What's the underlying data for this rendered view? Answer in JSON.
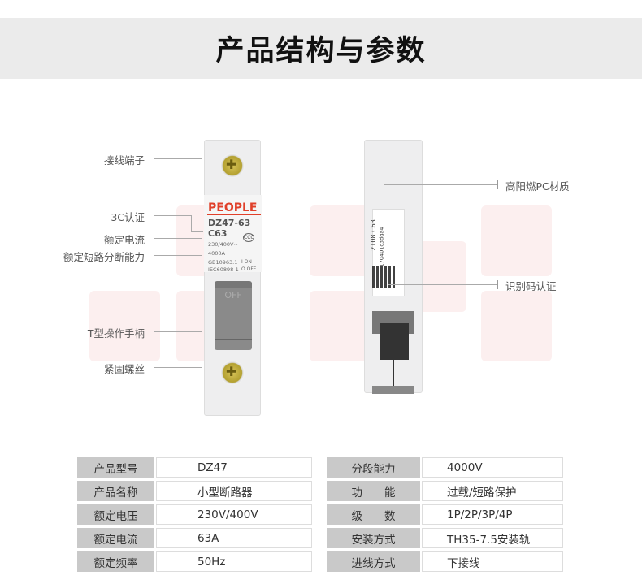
{
  "title": "产品结构与参数",
  "front_labels": [
    "接线端子",
    "3C认证",
    "额定电流",
    "额定短路分断能力",
    "T型操作手柄",
    "紧固螺丝"
  ],
  "back_labels": [
    "高阳燃PC材质",
    "识别码认证"
  ],
  "breaker_front": {
    "brand": "PEOPLE",
    "model": "DZ47-63",
    "rating": "C63",
    "voltage": "230/400V~",
    "capacity": "4000A",
    "std1": "GB10963.1",
    "std2": "IEC60898-1",
    "on": "I ON",
    "off": "O OFF",
    "handle": "OFF"
  },
  "breaker_back": {
    "code1": "2108 C63",
    "code2": "170401c3dqa4"
  },
  "specs_left": [
    {
      "k": "产品型号",
      "v": "DZ47"
    },
    {
      "k": "产品名称",
      "v": "小型断路器"
    },
    {
      "k": "额定电压",
      "v": "230V/400V"
    },
    {
      "k": "额定电流",
      "v": "63A"
    },
    {
      "k": "额定频率",
      "v": "50Hz"
    }
  ],
  "specs_right": [
    {
      "k": "分段能力",
      "v": "4000V"
    },
    {
      "k": "功　　能",
      "v": "过载/短路保护"
    },
    {
      "k": "级　　数",
      "v": "1P/2P/3P/4P"
    },
    {
      "k": "安装方式",
      "v": "TH35-7.5安装轨"
    },
    {
      "k": "进线方式",
      "v": "下接线"
    }
  ],
  "colors": {
    "brand": "#e0402a",
    "header_bg": "#ebebeb",
    "label_bg": "#c9c9c9"
  }
}
